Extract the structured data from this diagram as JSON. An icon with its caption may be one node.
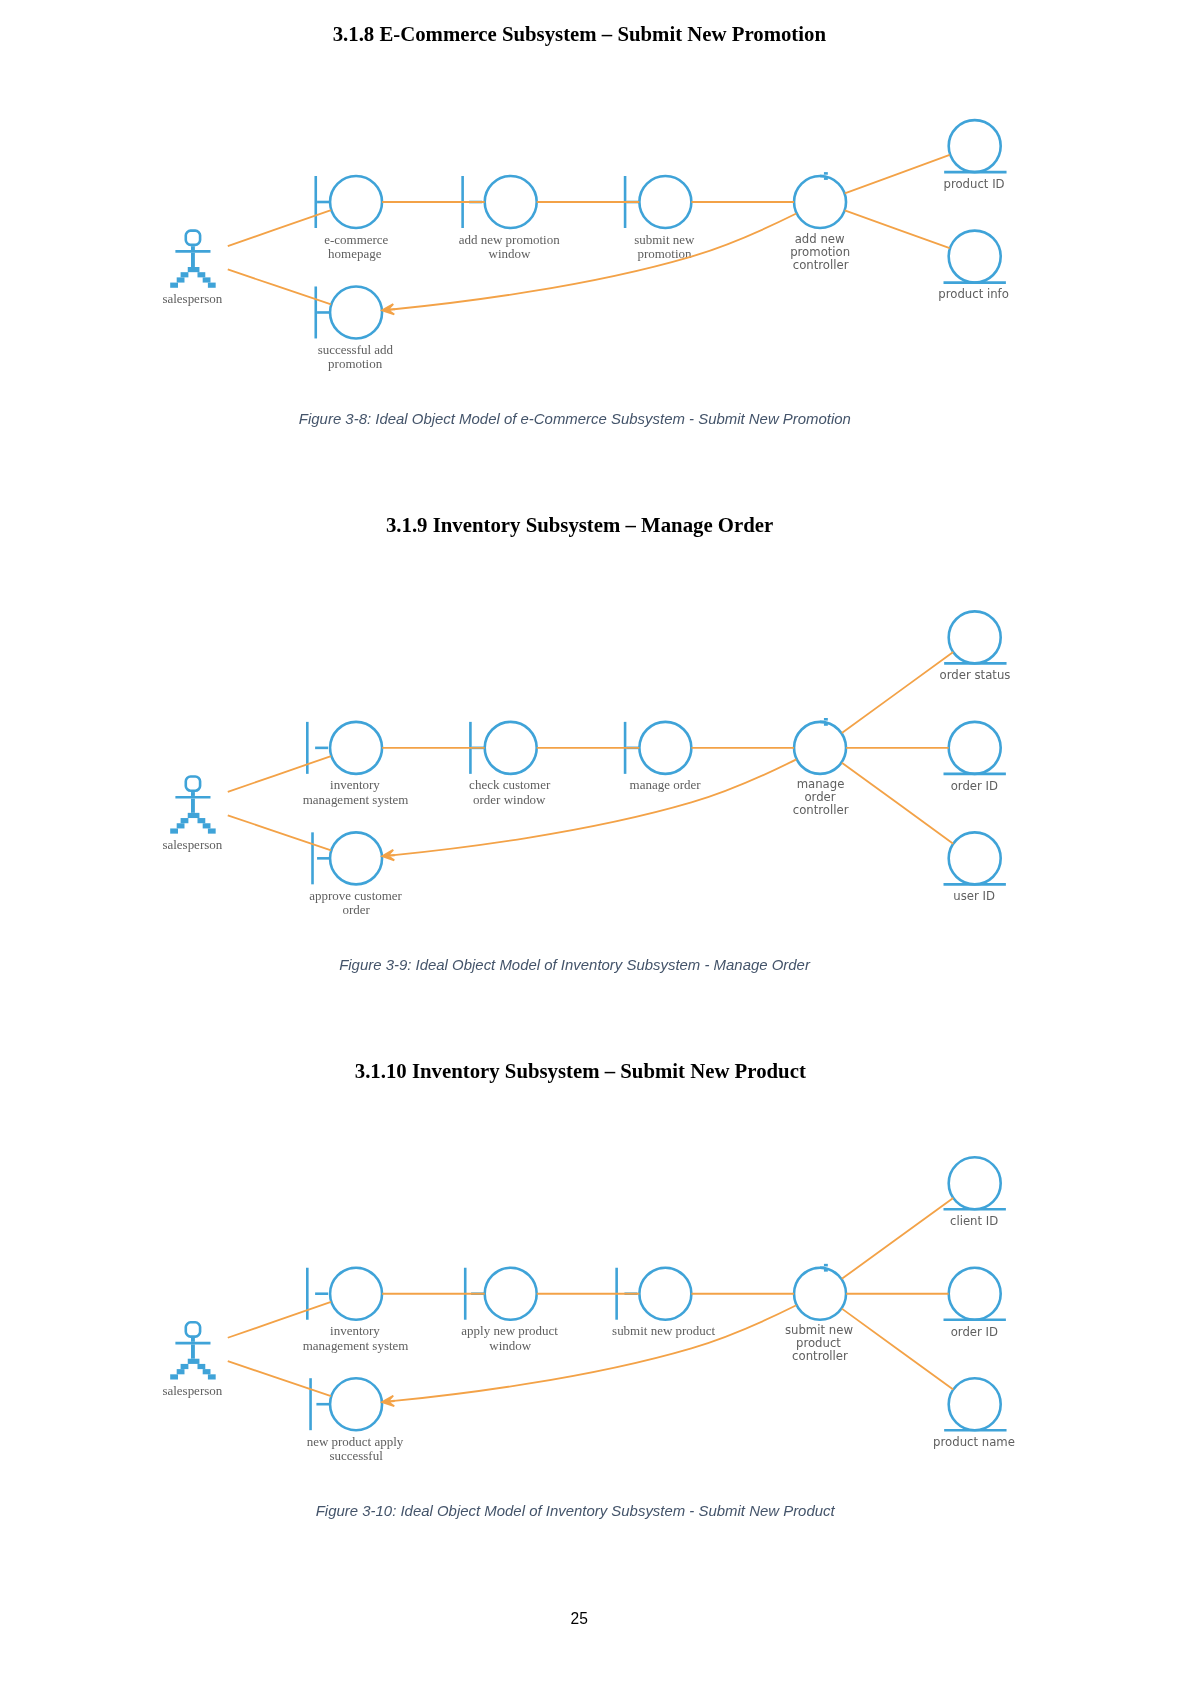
{
  "diagram": {
    "nodes": [
      {
        "text": [
          "salesperson"
        ]
      },
      {
        "text": [
          "e-commerce homepage"
        ]
      },
      {
        "text": [
          "add new promotion window"
        ]
      },
      {
        "text": [
          "submit new promotion"
        ]
      },
      {
        "text": [
          "product ID"
        ]
      },
      {
        "text": [
          "add new promotion controller"
        ]
      },
      {
        "text": [
          "product info"
        ]
      },
      {
        "text": [
          "successful add promotion"
        ]
      },
      {
        "text": [
          "salesperson"
        ]
      },
      {
        "text": [
          "inventory management system"
        ]
      },
      {
        "text": [
          "check customer order window"
        ]
      },
      {
        "text": [
          "manage order"
        ]
      },
      {
        "text": [
          "order status"
        ]
      },
      {
        "text": [
          "manage order controller"
        ]
      },
      {
        "text": [
          "order ID"
        ]
      },
      {
        "text": [
          "user ID"
        ]
      },
      {
        "text": [
          "approve customer order"
        ]
      },
      {
        "text": [
          "salesperson"
        ]
      },
      {
        "text": [
          "inventory management system"
        ]
      },
      {
        "text": [
          "apply new product window"
        ]
      },
      {
        "text": [
          "submit new product"
        ]
      },
      {
        "text": [
          "client ID"
        ]
      },
      {
        "text": [
          "submit new product controller"
        ]
      },
      {
        "text": [
          "order ID"
        ]
      },
      {
        "text": [
          "product name"
        ]
      },
      {
        "text": [
          "new product apply successful"
        ]
      }
    ],
    "edges": [
      {
        "from": 0,
        "to": 1,
        "arrow": "none"
      },
      {
        "from": 1,
        "to": 2,
        "arrow": "none"
      },
      {
        "from": 2,
        "to": 3,
        "arrow": "none"
      },
      {
        "from": 3,
        "to": 5,
        "arrow": "none"
      },
      {
        "from": 5,
        "to": 4,
        "arrow": "none"
      },
      {
        "from": 5,
        "to": 6,
        "arrow": "none"
      },
      {
        "from": 5,
        "to": 7,
        "arrow": "to"
      },
      {
        "from": 0,
        "to": 7,
        "arrow": "none"
      },
      {
        "from": 8,
        "to": 9,
        "arrow": "none"
      },
      {
        "from": 9,
        "to": 10,
        "arrow": "none"
      },
      {
        "from": 10,
        "to": 11,
        "arrow": "none"
      },
      {
        "from": 11,
        "to": 13,
        "arrow": "none"
      },
      {
        "from": 13,
        "to": 12,
        "arrow": "none"
      },
      {
        "from": 13,
        "to": 14,
        "arrow": "none"
      },
      {
        "from": 13,
        "to": 15,
        "arrow": "none"
      },
      {
        "from": 13,
        "to": 16,
        "arrow": "to"
      },
      {
        "from": 8,
        "to": 16,
        "arrow": "none"
      },
      {
        "from": 17,
        "to": 18,
        "arrow": "none"
      },
      {
        "from": 18,
        "to": 19,
        "arrow": "none"
      },
      {
        "from": 19,
        "to": 20,
        "arrow": "none"
      },
      {
        "from": 20,
        "to": 22,
        "arrow": "none"
      },
      {
        "from": 22,
        "to": 21,
        "arrow": "none"
      },
      {
        "from": 22,
        "to": 23,
        "arrow": "none"
      },
      {
        "from": 22,
        "to": 24,
        "arrow": "none"
      },
      {
        "from": 22,
        "to": 25,
        "arrow": "to"
      },
      {
        "from": 17,
        "to": 25,
        "arrow": "none"
      }
    ],
    "labels": [
      "3.1.8 E-Commerce Subsystem – Submit New Promotion",
      "Figure 3-8: Ideal Object Model of e-Commerce Subsystem - Submit New Promotion",
      "3.1.9 Inventory Subsystem – Manage Order",
      "Figure 3-9: Ideal Object Model of Inventory Subsystem - Manage Order",
      "3.1.10 Inventory Subsystem – Submit New Product",
      "Figure 3-10: Ideal Object Model of Inventory Subsystem - Submit New Product",
      "25"
    ]
  }
}
